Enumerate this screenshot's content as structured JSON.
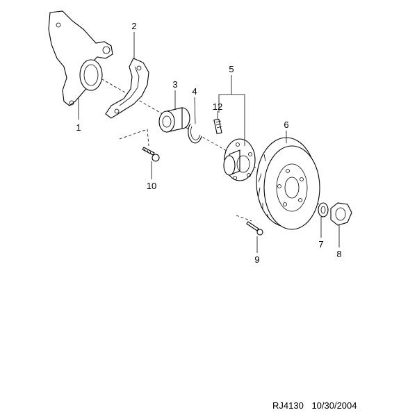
{
  "callouts": {
    "p1": "1",
    "p2": "2",
    "p3": "3",
    "p4": "4",
    "p5": "5",
    "p6": "6",
    "p7": "7",
    "p8": "8",
    "p9": "9",
    "p10": "10",
    "p12": "12"
  },
  "footer": {
    "code": "RJ4130",
    "date": "10/30/2004"
  }
}
